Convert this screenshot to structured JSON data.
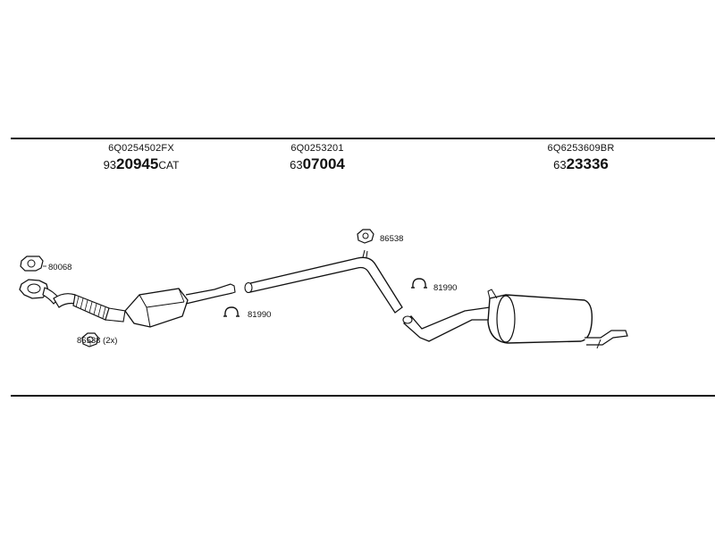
{
  "headers": [
    {
      "oe": "6Q0254502FX",
      "prefix": "93",
      "number": "20945",
      "suffix": "CAT"
    },
    {
      "oe": "6Q0253201",
      "prefix": "63",
      "number": "07004",
      "suffix": ""
    },
    {
      "oe": "6Q6253609BR",
      "prefix": "63",
      "number": "23336",
      "suffix": ""
    }
  ],
  "callouts": {
    "gasket_80068": "80068",
    "nut_86538_x2": "86538 (2x)",
    "clamp_81990_a": "81990",
    "nut_86538": "86538",
    "clamp_81990_b": "81990"
  }
}
